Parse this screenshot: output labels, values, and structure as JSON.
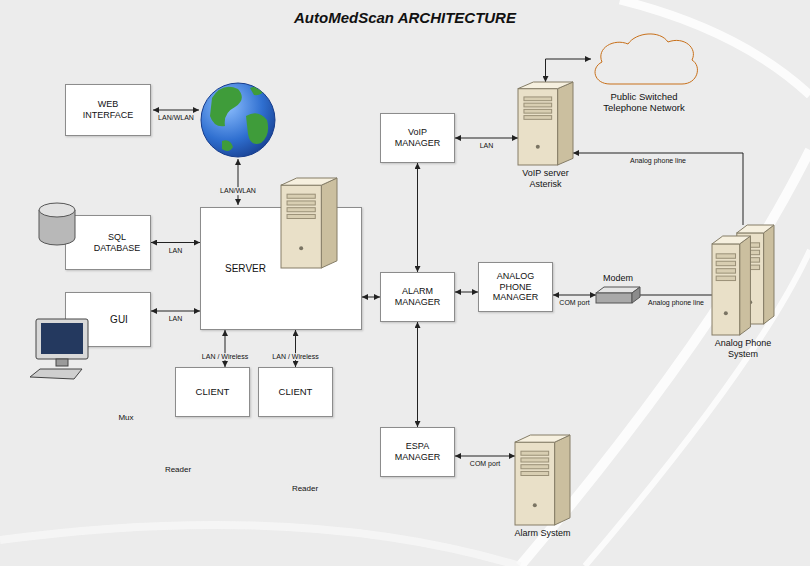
{
  "diagram": {
    "title": "AutoMedScan ARCHITECTURE",
    "nodes": [
      {
        "text": [
          "WEB INTERFACE"
        ]
      },
      {
        "text": [
          "VoIP MANAGER"
        ]
      },
      {
        "text": [
          "VoIP server Asterisk"
        ]
      },
      {
        "text": [
          "Public Switched Telephone Network"
        ]
      },
      {
        "text": [
          "SQL DATABASE"
        ]
      },
      {
        "text": [
          "SERVER"
        ]
      },
      {
        "text": [
          "ALARM MANAGER"
        ]
      },
      {
        "text": [
          "ANALOG PHONE MANAGER"
        ]
      },
      {
        "text": [
          "Modem"
        ]
      },
      {
        "text": [
          "Analog Phone System"
        ]
      },
      {
        "text": [
          "GUI"
        ]
      },
      {
        "text": [
          "CLIENT"
        ]
      },
      {
        "text": [
          "CLIENT"
        ]
      },
      {
        "text": [
          "ESPA MANAGER"
        ]
      },
      {
        "text": [
          "Alarm System"
        ]
      }
    ],
    "edges": [
      {
        "from": 1,
        "to": 2,
        "label": "LAN",
        "arrow": "both"
      },
      {
        "from": 2,
        "to": 3,
        "arrow": "both"
      },
      {
        "from": 9,
        "to": 2,
        "label": "Analog phone line",
        "arrow": "to"
      },
      {
        "from": 4,
        "to": 5,
        "label": "LAN",
        "arrow": "both"
      },
      {
        "from": 10,
        "to": 5,
        "label": "LAN",
        "arrow": "both"
      },
      {
        "from": 5,
        "to": 6,
        "arrow": "both"
      },
      {
        "from": 6,
        "to": 7,
        "arrow": "both"
      },
      {
        "from": 7,
        "to": 8,
        "label": "COM port",
        "arrow": "both"
      },
      {
        "from": 8,
        "to": 9,
        "label": "Analog phone line",
        "arrow": "none"
      },
      {
        "from": 5,
        "to": 11,
        "label": "LAN / Wireless",
        "arrow": "both"
      },
      {
        "from": 5,
        "to": 12,
        "label": "LAN / Wireless",
        "arrow": "both"
      },
      {
        "from": 1,
        "to": 6,
        "arrow": "both"
      },
      {
        "from": 6,
        "to": 13,
        "arrow": "both"
      },
      {
        "from": 13,
        "to": 14,
        "label": "COM port",
        "arrow": "both"
      }
    ],
    "labels": [
      "LAN/WLAN",
      "LAN/WLAN",
      "Mux",
      "Reader",
      "Reader"
    ]
  }
}
